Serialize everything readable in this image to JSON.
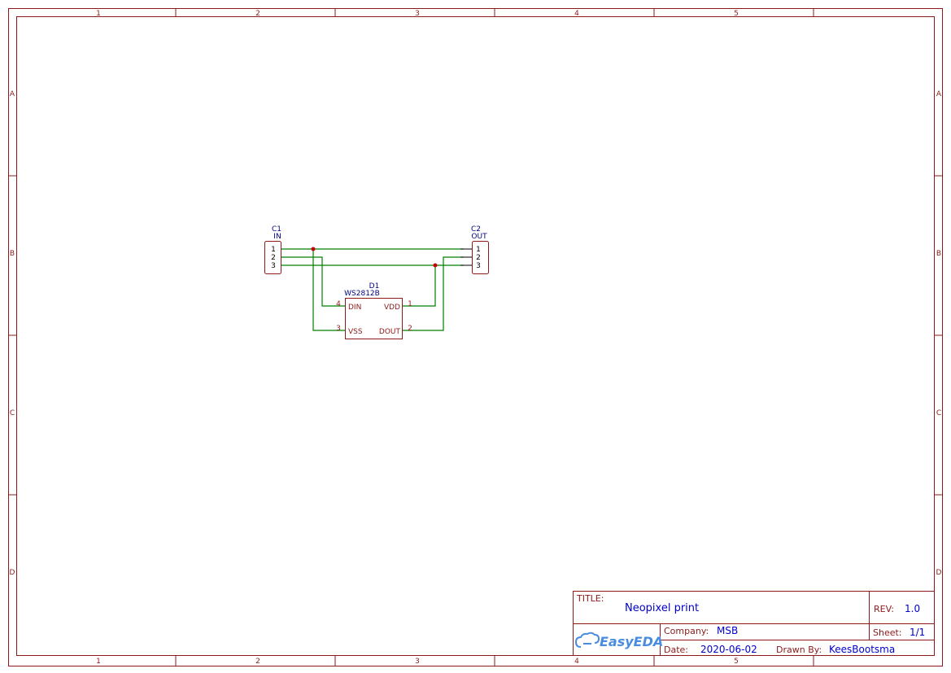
{
  "grid": {
    "columns": [
      "1",
      "2",
      "3",
      "4",
      "5"
    ],
    "rows": [
      "A",
      "B",
      "C",
      "D"
    ]
  },
  "components": {
    "c1": {
      "ref": "C1",
      "value": "IN",
      "pins": [
        "1",
        "2",
        "3"
      ]
    },
    "c2": {
      "ref": "C2",
      "value": "OUT",
      "pins": [
        "1",
        "2",
        "3"
      ]
    },
    "d1": {
      "ref": "D1",
      "value": "WS2812B",
      "pins": {
        "din": {
          "num": "4",
          "name": "DIN"
        },
        "vss": {
          "num": "3",
          "name": "VSS"
        },
        "vdd": {
          "num": "1",
          "name": "VDD"
        },
        "dout": {
          "num": "2",
          "name": "DOUT"
        }
      }
    }
  },
  "title_block": {
    "title_label": "TITLE:",
    "title": "Neopixel print",
    "rev_label": "REV:",
    "rev": "1.0",
    "company_label": "Company:",
    "company": "MSB",
    "sheet_label": "Sheet:",
    "sheet": "1/1",
    "date_label": "Date:",
    "date": "2020-06-02",
    "drawn_label": "Drawn By:",
    "drawn_by": "KeesBootsma",
    "logo": "EasyEDA"
  },
  "colors": {
    "frame": "#8b1a1a",
    "wire": "#008000",
    "ref_text": "#000080",
    "value_text": "#0000cc",
    "logo": "#4a8de0"
  }
}
